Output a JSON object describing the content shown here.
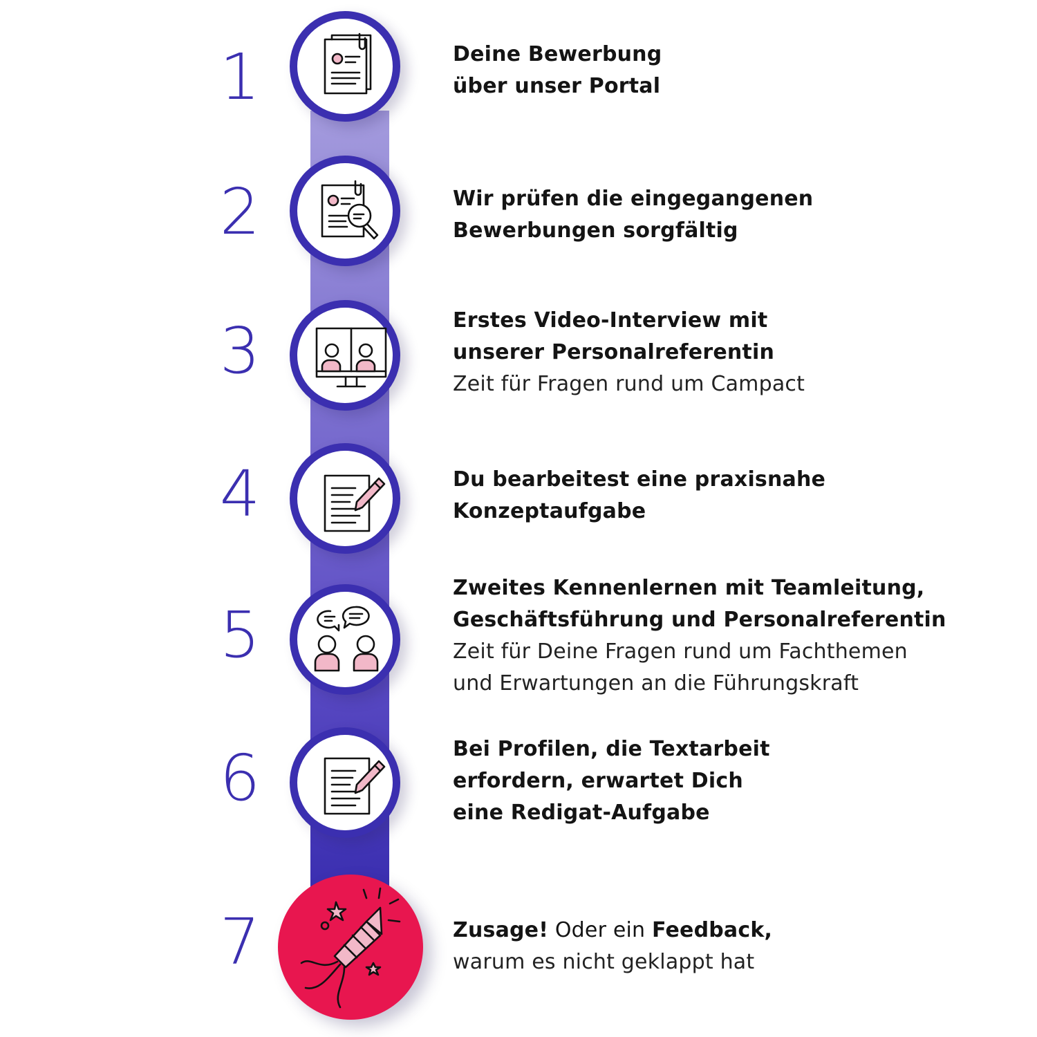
{
  "steps": [
    {
      "number": "1",
      "icon": "application-document-icon",
      "title": [
        "Deine Bewerbung",
        "über unser Portal"
      ],
      "subtitle": []
    },
    {
      "number": "2",
      "icon": "document-review-icon",
      "title": [
        "Wir prüfen die eingegangenen",
        "Bewerbungen sorgfältig"
      ],
      "subtitle": []
    },
    {
      "number": "3",
      "icon": "video-call-icon",
      "title": [
        "Erstes Video-Interview mit",
        "unserer Personalreferentin"
      ],
      "subtitle": [
        "Zeit für Fragen rund um Campact"
      ]
    },
    {
      "number": "4",
      "icon": "writing-task-icon",
      "title": [
        "Du bearbeitest eine praxisnahe",
        "Konzeptaufgabe"
      ],
      "subtitle": []
    },
    {
      "number": "5",
      "icon": "conversation-icon",
      "title": [
        "Zweites Kennenlernen mit Teamleitung,",
        "Geschäftsführung und Personalreferentin"
      ],
      "subtitle": [
        "Zeit für Deine Fragen rund um Fachthemen",
        "und Erwartungen an die Führungskraft"
      ]
    },
    {
      "number": "6",
      "icon": "editing-task-icon",
      "title": [
        "Bei Profilen, die Textarbeit",
        "erfordern, erwartet Dich",
        "eine Redigat-Aufgabe"
      ],
      "subtitle": []
    },
    {
      "number": "7",
      "icon": "firework-rocket-icon",
      "line1": {
        "bold_a": "Zusage!",
        "normal": " Oder ein ",
        "bold_b": "Feedback,"
      },
      "line2": "warum es nicht geklappt hat"
    }
  ],
  "colors": {
    "accent": "#3b2fb0",
    "final_circle": "#e8164f",
    "icon_pink": "#f2b8c8",
    "text": "#141414"
  }
}
